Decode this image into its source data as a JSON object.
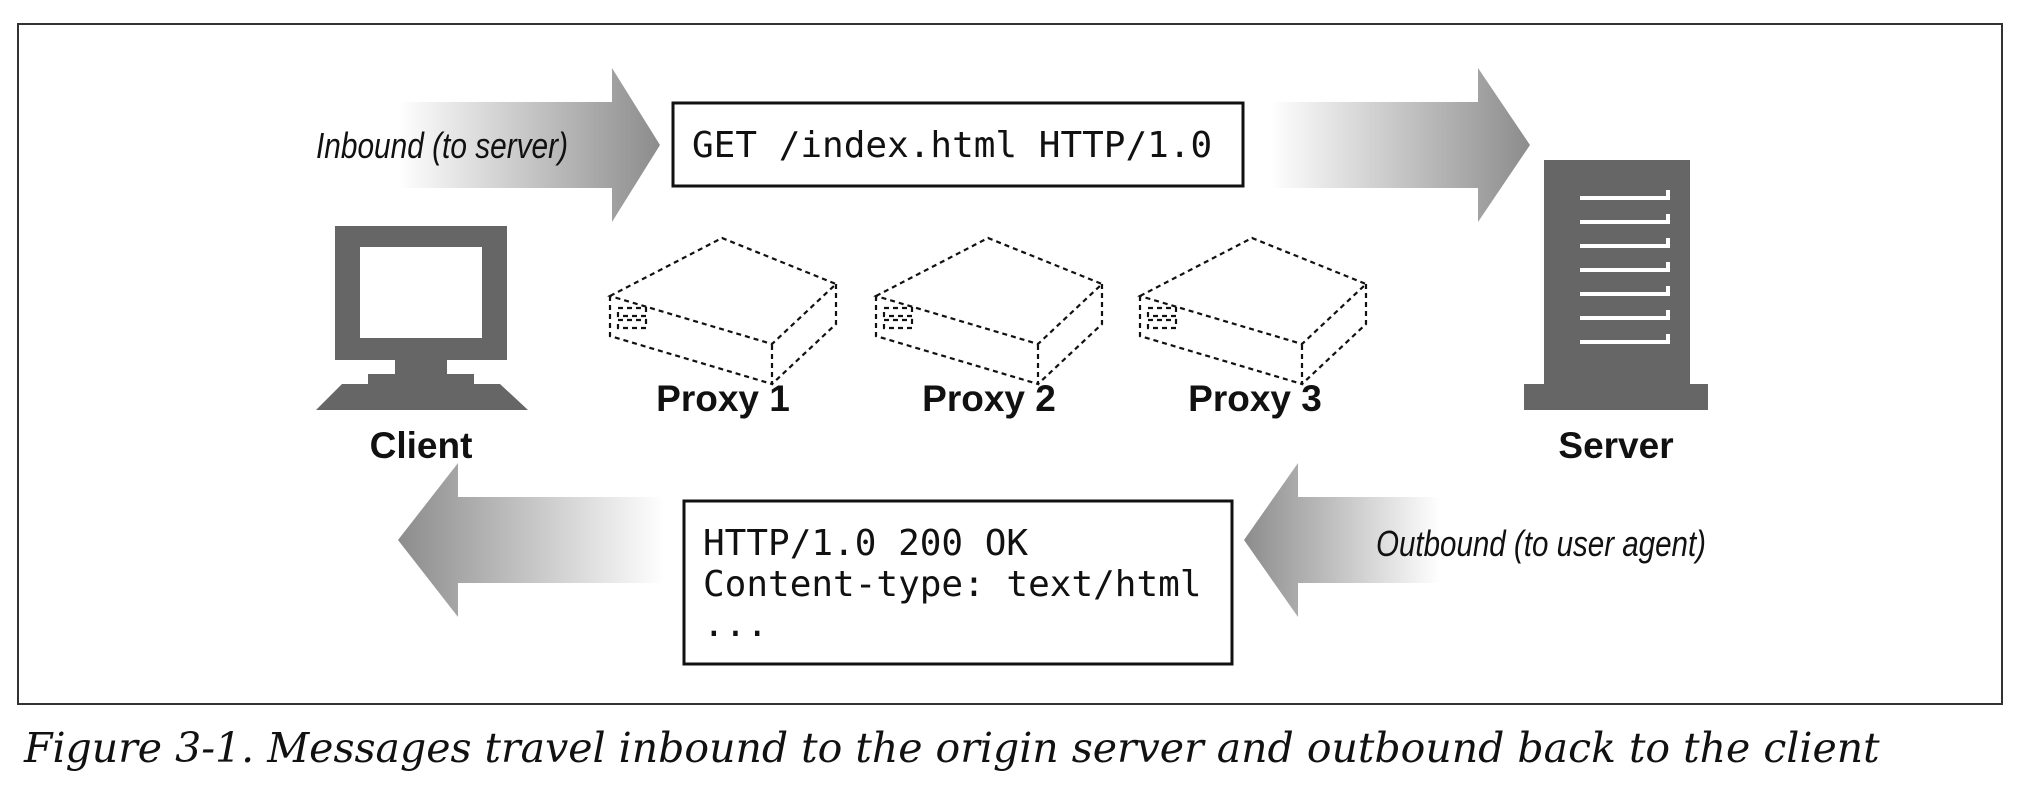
{
  "labels": {
    "inbound": "Inbound (to server)",
    "outbound": "Outbound (to user agent)",
    "client": "Client",
    "server": "Server",
    "proxies": [
      "Proxy 1",
      "Proxy 2",
      "Proxy 3"
    ]
  },
  "request_box": {
    "line": "GET /index.html HTTP/1.0"
  },
  "response_box": {
    "lines": [
      "HTTP/1.0 200 OK",
      "Content-type: text/html",
      "..."
    ]
  },
  "caption": "Figure 3-1. Messages travel inbound to the origin server and outbound back to the client",
  "colors": {
    "device_gray": "#666666",
    "arrow_dark": "#8c8c8c",
    "frame": "#333333"
  },
  "icons": [
    "computer-icon",
    "server-icon",
    "proxy-box-icon"
  ]
}
